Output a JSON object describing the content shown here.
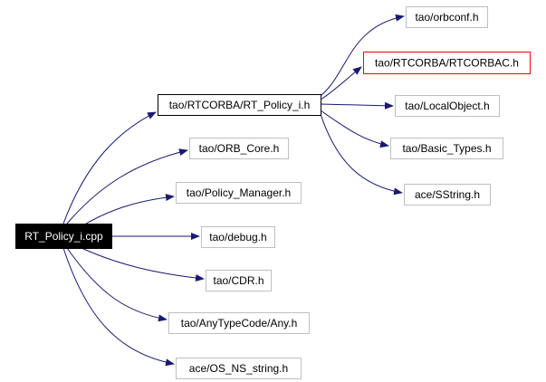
{
  "graph": {
    "root": {
      "id": "root",
      "label": "RT_Policy_i.cpp",
      "style": "root"
    },
    "nodes": [
      {
        "id": "rt_policy_h",
        "label": "tao/RTCORBA/RT_Policy_i.h",
        "style": "normal"
      },
      {
        "id": "orb_core",
        "label": "tao/ORB_Core.h",
        "style": "muted"
      },
      {
        "id": "policy_mgr",
        "label": "tao/Policy_Manager.h",
        "style": "muted"
      },
      {
        "id": "debug",
        "label": "tao/debug.h",
        "style": "muted"
      },
      {
        "id": "cdr",
        "label": "tao/CDR.h",
        "style": "muted"
      },
      {
        "id": "any",
        "label": "tao/AnyTypeCode/Any.h",
        "style": "muted"
      },
      {
        "id": "os_ns",
        "label": "ace/OS_NS_string.h",
        "style": "muted"
      },
      {
        "id": "orbconf",
        "label": "tao/orbconf.h",
        "style": "muted"
      },
      {
        "id": "rtcorbac",
        "label": "tao/RTCORBA/RTCORBAC.h",
        "style": "highlight"
      },
      {
        "id": "localobject",
        "label": "tao/LocalObject.h",
        "style": "muted"
      },
      {
        "id": "basic_types",
        "label": "tao/Basic_Types.h",
        "style": "muted"
      },
      {
        "id": "sstring",
        "label": "ace/SString.h",
        "style": "muted"
      }
    ],
    "edges": [
      {
        "from": "root",
        "to": "rt_policy_h"
      },
      {
        "from": "root",
        "to": "orb_core"
      },
      {
        "from": "root",
        "to": "policy_mgr"
      },
      {
        "from": "root",
        "to": "debug"
      },
      {
        "from": "root",
        "to": "cdr"
      },
      {
        "from": "root",
        "to": "any"
      },
      {
        "from": "root",
        "to": "os_ns"
      },
      {
        "from": "rt_policy_h",
        "to": "orbconf"
      },
      {
        "from": "rt_policy_h",
        "to": "rtcorbac"
      },
      {
        "from": "rt_policy_h",
        "to": "localobject"
      },
      {
        "from": "rt_policy_h",
        "to": "basic_types"
      },
      {
        "from": "rt_policy_h",
        "to": "sstring"
      }
    ]
  },
  "colors": {
    "edge": "#191970",
    "root_fill": "#000000",
    "root_text": "#ffffff",
    "normal_border": "#000000",
    "muted_border": "#bfbfbf",
    "highlight_border": "#ff0000",
    "node_text": "#000000",
    "node_fill": "#ffffff"
  }
}
